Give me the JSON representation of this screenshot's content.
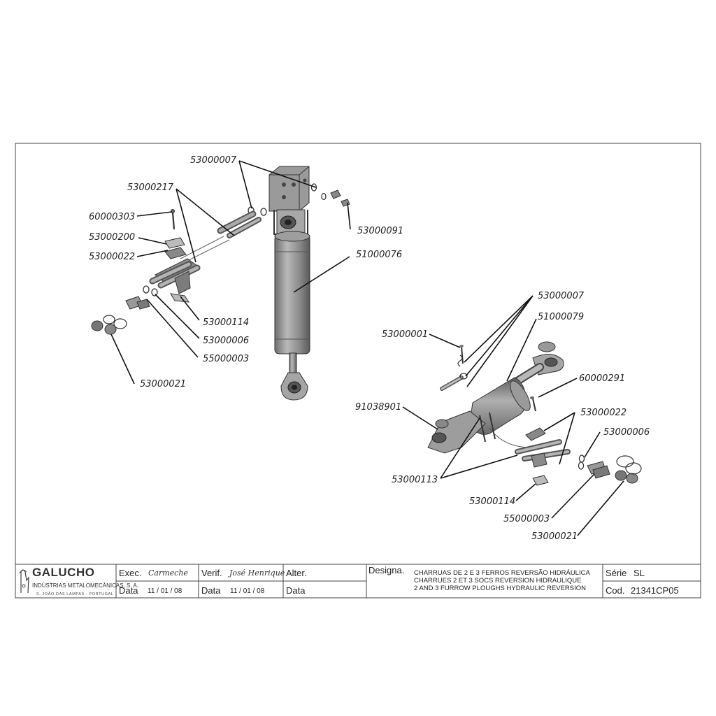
{
  "callouts_left": {
    "c53000007": "53000007",
    "c53000217": "53000217",
    "c60000303": "60000303",
    "c53000200": "53000200",
    "c53000022": "53000022",
    "c53000091": "53000091",
    "c51000076": "51000076",
    "c53000114": "53000114",
    "c53000006": "53000006",
    "c55000003": "55000003",
    "c53000021": "53000021"
  },
  "callouts_right": {
    "c53000007": "53000007",
    "c51000079": "51000079",
    "c53000001": "53000001",
    "c60000291": "60000291",
    "c91038901": "91038901",
    "c53000022": "53000022",
    "c53000006": "53000006",
    "c53000113": "53000113",
    "c53000114": "53000114",
    "c55000003": "55000003",
    "c53000021": "53000021"
  },
  "title_block": {
    "brand": "GALUCHO",
    "brand_sub": "INDÚSTRIAS METALOMECÂNICAS, S. A.",
    "brand_loc": "S. JOÃO DAS LAMPAS  -  PORTUGAL",
    "exec_label": "Exec.",
    "verif_label": "Verif.",
    "alter_label": "Alter.",
    "data_label_1": "Data",
    "data_label_2": "Data",
    "data_label_3": "Data",
    "date_1": "11 /  01  / 08",
    "date_2": "11 /  01  / 08",
    "designa_label": "Designa.",
    "designation_pt": "CHARRUAS DE 2 E 3 FERROS REVERSÃO HIDRÁULICA",
    "designation_fr": "CHARRUES 2 ET 3 SOCS REVERSION HIDRAULIQUE",
    "designation_en": "2 AND 3 FURROW PLOUGHS HYDRAULIC REVERSION",
    "serie_label": "Série",
    "serie_value": "SL",
    "cod_label": "Cod.",
    "cod_value": "21341CP05"
  }
}
